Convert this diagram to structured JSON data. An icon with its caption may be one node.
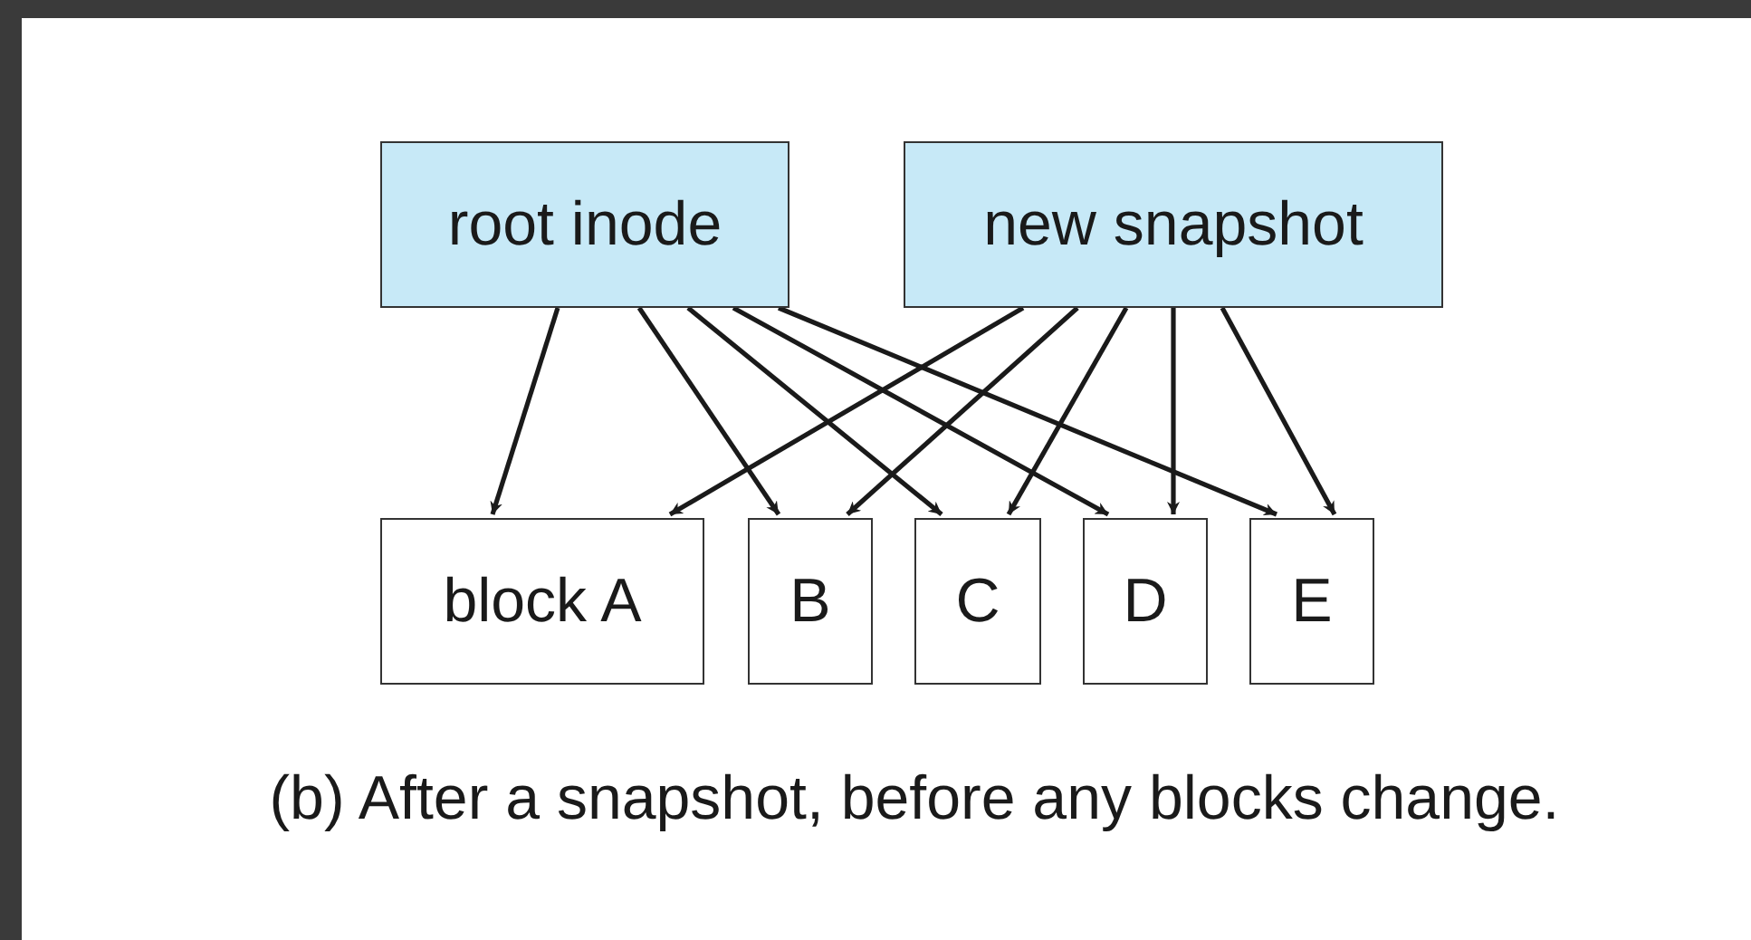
{
  "diagram": {
    "caption": "(b) After a snapshot, before any blocks change.",
    "nodes": [
      {
        "text": [
          "root inode"
        ]
      },
      {
        "text": [
          "new snapshot"
        ]
      },
      {
        "text": [
          "block A"
        ]
      },
      {
        "text": [
          "B"
        ]
      },
      {
        "text": [
          "C"
        ]
      },
      {
        "text": [
          "D"
        ]
      },
      {
        "text": [
          "E"
        ]
      }
    ],
    "edges": [
      {
        "from": 0,
        "to": 2,
        "arrow": "to"
      },
      {
        "from": 0,
        "to": 3,
        "arrow": "to"
      },
      {
        "from": 0,
        "to": 4,
        "arrow": "to"
      },
      {
        "from": 0,
        "to": 5,
        "arrow": "to"
      },
      {
        "from": 0,
        "to": 6,
        "arrow": "to"
      },
      {
        "from": 1,
        "to": 2,
        "arrow": "to"
      },
      {
        "from": 1,
        "to": 3,
        "arrow": "to"
      },
      {
        "from": 1,
        "to": 4,
        "arrow": "to"
      },
      {
        "from": 1,
        "to": 5,
        "arrow": "to"
      },
      {
        "from": 1,
        "to": 6,
        "arrow": "to"
      }
    ]
  }
}
